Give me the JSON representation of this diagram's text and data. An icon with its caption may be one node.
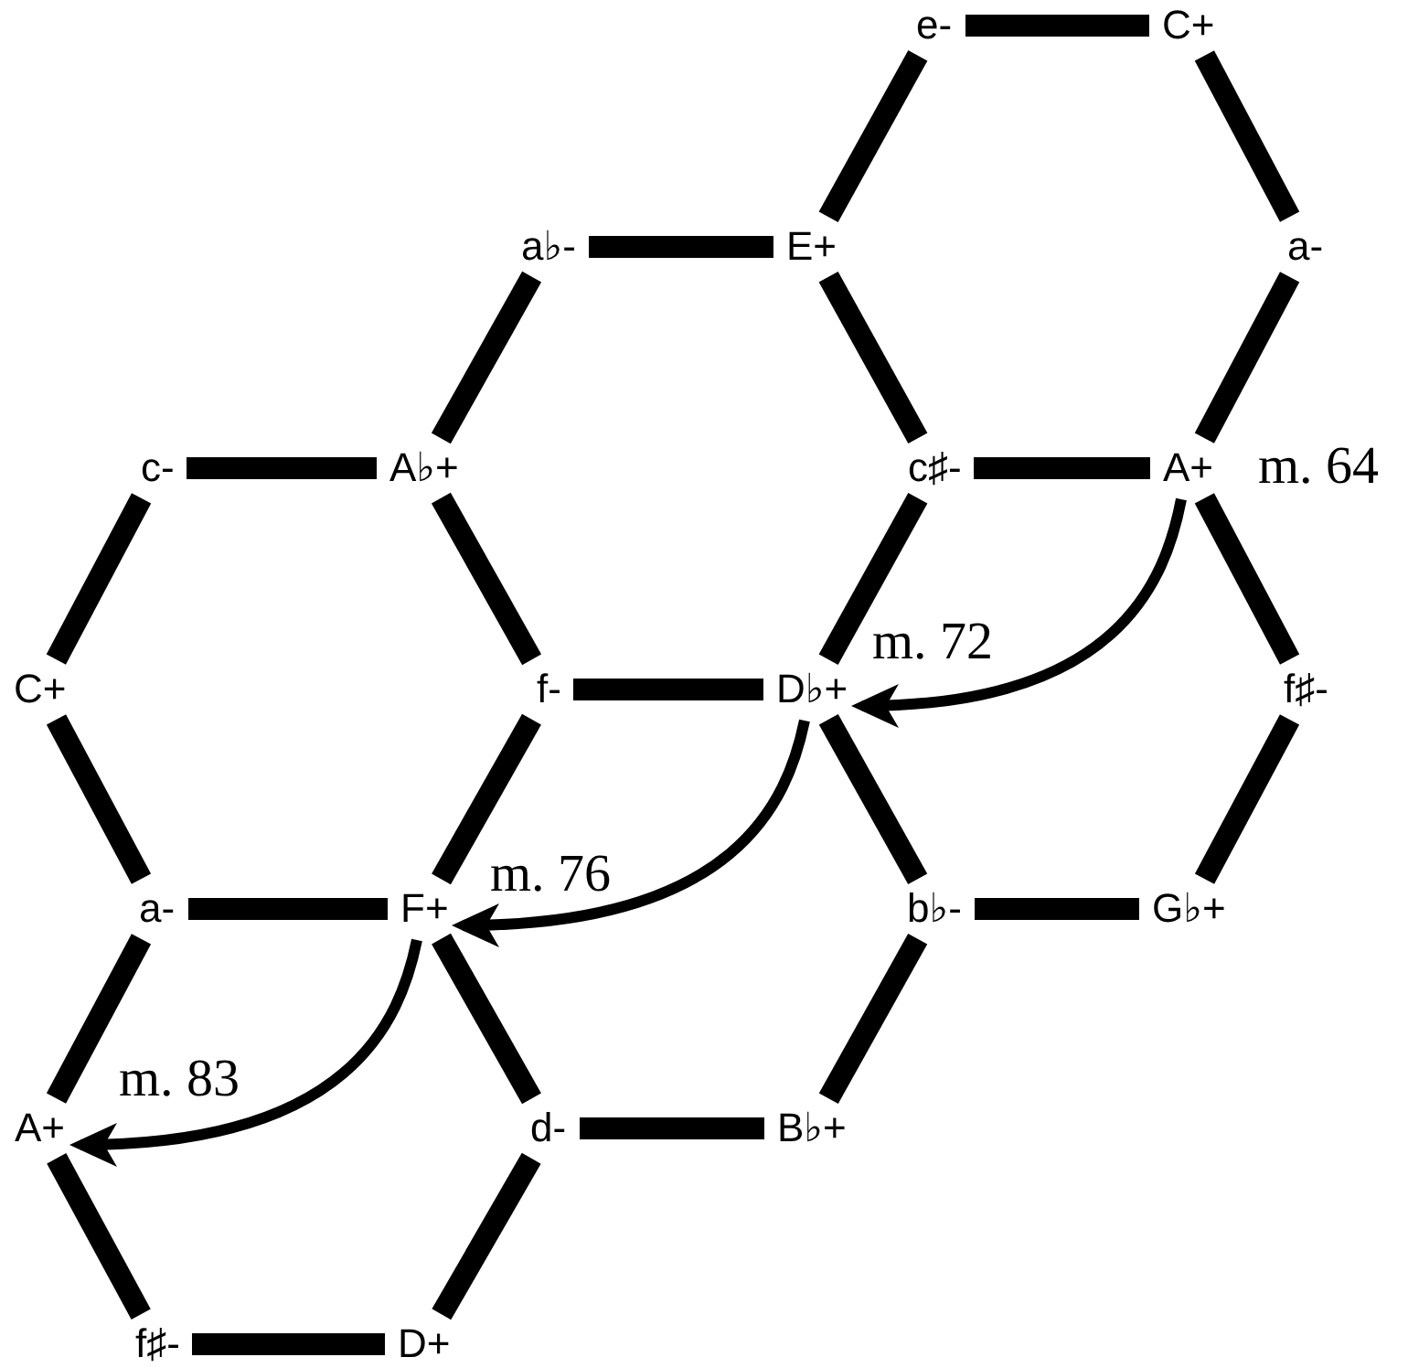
{
  "diagram": {
    "nodes": [
      {
        "text": [
          "e-"
        ]
      },
      {
        "text": [
          "C+"
        ]
      },
      {
        "text": [
          "a♭-"
        ]
      },
      {
        "text": [
          "E+"
        ]
      },
      {
        "text": [
          "a-"
        ]
      },
      {
        "text": [
          "c-"
        ]
      },
      {
        "text": [
          "A♭+"
        ]
      },
      {
        "text": [
          "c♯-"
        ]
      },
      {
        "text": [
          "A+"
        ],
        "beside": [
          "m. 64"
        ]
      },
      {
        "text": [
          "C+"
        ]
      },
      {
        "text": [
          "f-"
        ]
      },
      {
        "text": [
          "D♭+"
        ],
        "beside": [
          "m. 72"
        ]
      },
      {
        "text": [
          "f♯-"
        ]
      },
      {
        "text": [
          "a-"
        ]
      },
      {
        "text": [
          "F+"
        ],
        "beside": [
          "m. 76"
        ]
      },
      {
        "text": [
          "b♭-"
        ]
      },
      {
        "text": [
          "G♭+"
        ]
      },
      {
        "text": [
          "A+"
        ],
        "beside": [
          "m. 83"
        ]
      },
      {
        "text": [
          "d-"
        ]
      },
      {
        "text": [
          "B♭+"
        ]
      },
      {
        "text": [
          "f♯-"
        ]
      },
      {
        "text": [
          "D+"
        ]
      }
    ],
    "edges": [
      {
        "from": 0,
        "to": 1,
        "arrow": "none"
      },
      {
        "from": 3,
        "to": 0,
        "arrow": "none"
      },
      {
        "from": 1,
        "to": 4,
        "arrow": "none"
      },
      {
        "from": 2,
        "to": 3,
        "arrow": "none"
      },
      {
        "from": 2,
        "to": 6,
        "arrow": "none"
      },
      {
        "from": 3,
        "to": 7,
        "arrow": "none"
      },
      {
        "from": 4,
        "to": 8,
        "arrow": "none"
      },
      {
        "from": 5,
        "to": 6,
        "arrow": "none"
      },
      {
        "from": 7,
        "to": 8,
        "arrow": "none"
      },
      {
        "from": 5,
        "to": 9,
        "arrow": "none"
      },
      {
        "from": 6,
        "to": 10,
        "arrow": "none"
      },
      {
        "from": 7,
        "to": 11,
        "arrow": "none"
      },
      {
        "from": 8,
        "to": 12,
        "arrow": "none"
      },
      {
        "from": 10,
        "to": 11,
        "arrow": "none"
      },
      {
        "from": 9,
        "to": 13,
        "arrow": "none"
      },
      {
        "from": 10,
        "to": 14,
        "arrow": "none"
      },
      {
        "from": 11,
        "to": 15,
        "arrow": "none"
      },
      {
        "from": 12,
        "to": 16,
        "arrow": "none"
      },
      {
        "from": 13,
        "to": 14,
        "arrow": "none"
      },
      {
        "from": 15,
        "to": 16,
        "arrow": "none"
      },
      {
        "from": 13,
        "to": 17,
        "arrow": "none"
      },
      {
        "from": 14,
        "to": 18,
        "arrow": "none"
      },
      {
        "from": 15,
        "to": 19,
        "arrow": "none"
      },
      {
        "from": 18,
        "to": 19,
        "arrow": "none"
      },
      {
        "from": 17,
        "to": 20,
        "arrow": "none"
      },
      {
        "from": 18,
        "to": 21,
        "arrow": "none"
      },
      {
        "from": 20,
        "to": 21,
        "arrow": "none"
      },
      {
        "from": 8,
        "to": 11,
        "arrow": "to"
      },
      {
        "from": 11,
        "to": 14,
        "arrow": "to"
      },
      {
        "from": 14,
        "to": 17,
        "arrow": "to"
      }
    ]
  }
}
